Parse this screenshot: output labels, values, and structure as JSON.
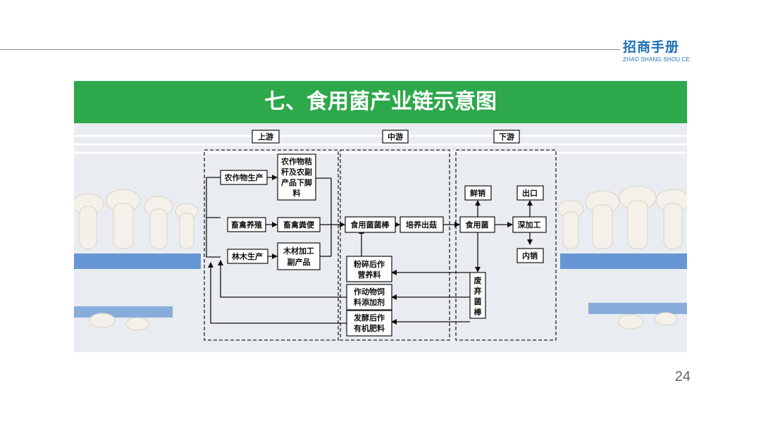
{
  "brand": {
    "name_cn": "招商手册",
    "name_en": "ZHAO SHANG SHOU CE"
  },
  "title": "七、食用菌产业链示意图",
  "page_number": "24",
  "colors": {
    "title_bar": "#2da84b",
    "brand": "#1f6fb5",
    "rail": "#3a78c8"
  },
  "diagram": {
    "sections": {
      "upstream": "上游",
      "midstream": "中游",
      "downstream": "下游"
    },
    "nodes": {
      "crop_production": "农作物生产",
      "crop_straw_1": "农作物秸",
      "crop_straw_2": "秆及农副",
      "crop_straw_3": "产品下脚",
      "crop_straw_4": "料",
      "livestock": "畜禽养殖",
      "manure": "畜禽粪便",
      "forestry": "林木生产",
      "wood_byproduct_1": "木材加工",
      "wood_byproduct_2": "副产品",
      "mushroom_stick": "食用菌菌棒",
      "cultivation": "培养出菇",
      "nutrient_1": "粉碎后作",
      "nutrient_2": "营养料",
      "feed_additive_1": "作动物饲",
      "feed_additive_2": "料添加剂",
      "fertilizer_1": "发酵后作",
      "fertilizer_2": "有机肥料",
      "mushroom": "食用菌",
      "fresh_sale": "鲜销",
      "export": "出口",
      "deep_processing": "深加工",
      "domestic_sale": "内销",
      "waste_1": "废",
      "waste_2": "弃",
      "waste_3": "菌",
      "waste_4": "棒"
    }
  }
}
